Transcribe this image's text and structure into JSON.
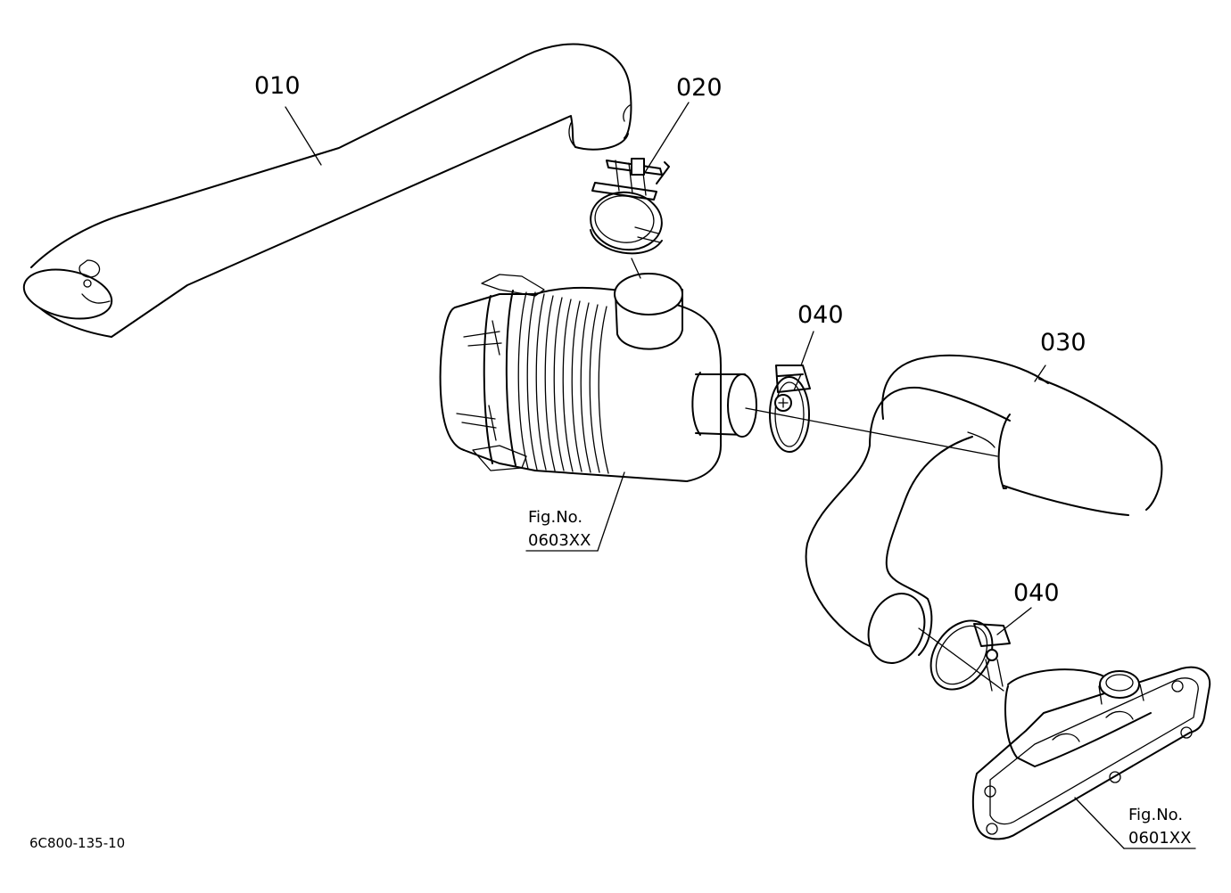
{
  "parts": [
    {
      "id": "part-010",
      "number": "010"
    },
    {
      "id": "part-020",
      "number": "020"
    },
    {
      "id": "part-030",
      "number": "030"
    },
    {
      "id": "part-040a",
      "number": "040"
    },
    {
      "id": "part-040b",
      "number": "040"
    }
  ],
  "references": [
    {
      "line1": "Fig.No.",
      "line2": "0603XX"
    },
    {
      "line1": "Fig.No.",
      "line2": "0601XX"
    }
  ],
  "drawing_code": "6C800-135-10"
}
